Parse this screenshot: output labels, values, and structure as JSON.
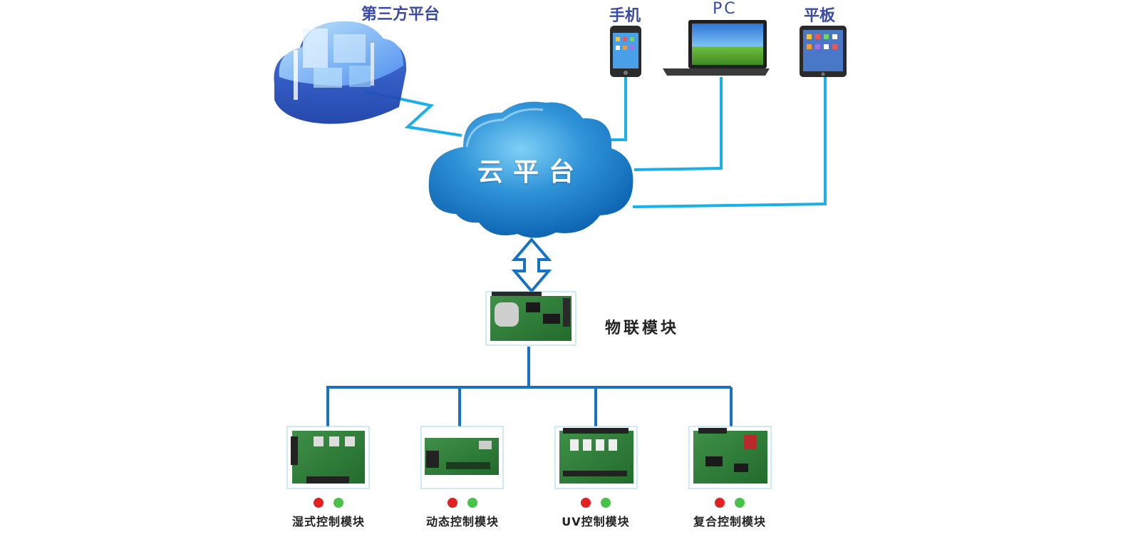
{
  "labels": {
    "third_party": "第三方平台",
    "phone": "手机",
    "pc": "PC",
    "tablet": "平板",
    "cloud": "云平台",
    "iot_module": "物联模块"
  },
  "modules": [
    {
      "label": "湿式控制模块"
    },
    {
      "label": "动态控制模块"
    },
    {
      "label": "UV控制模块"
    },
    {
      "label": "复合控制模块"
    }
  ],
  "colors": {
    "link_line": "#1ab0e8",
    "tree_line": "#1673c4",
    "cloud_dark": "#0a66b8",
    "cloud_light": "#5bc0f0",
    "label_blue": "#3a4aa8",
    "led_red": "#e22222",
    "led_green": "#49c24a",
    "pcb_green": "#2f7d3a"
  }
}
